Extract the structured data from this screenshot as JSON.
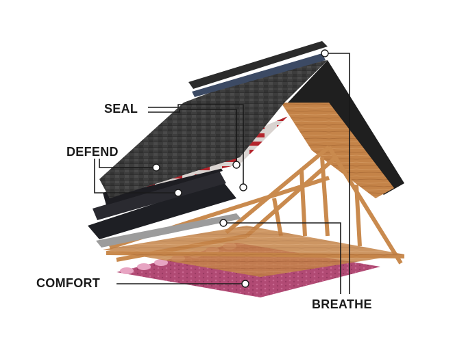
{
  "labels": {
    "seal": "SEAL",
    "defend": "DEFEND",
    "comfort": "COMFORT",
    "breathe": "BREATHE"
  },
  "colors": {
    "shingle": "#3a3a3a",
    "underlayment": "#b4242c",
    "wood": "#c98a4e",
    "insulation": "#b8507a",
    "leader": "#1a1a1a"
  }
}
